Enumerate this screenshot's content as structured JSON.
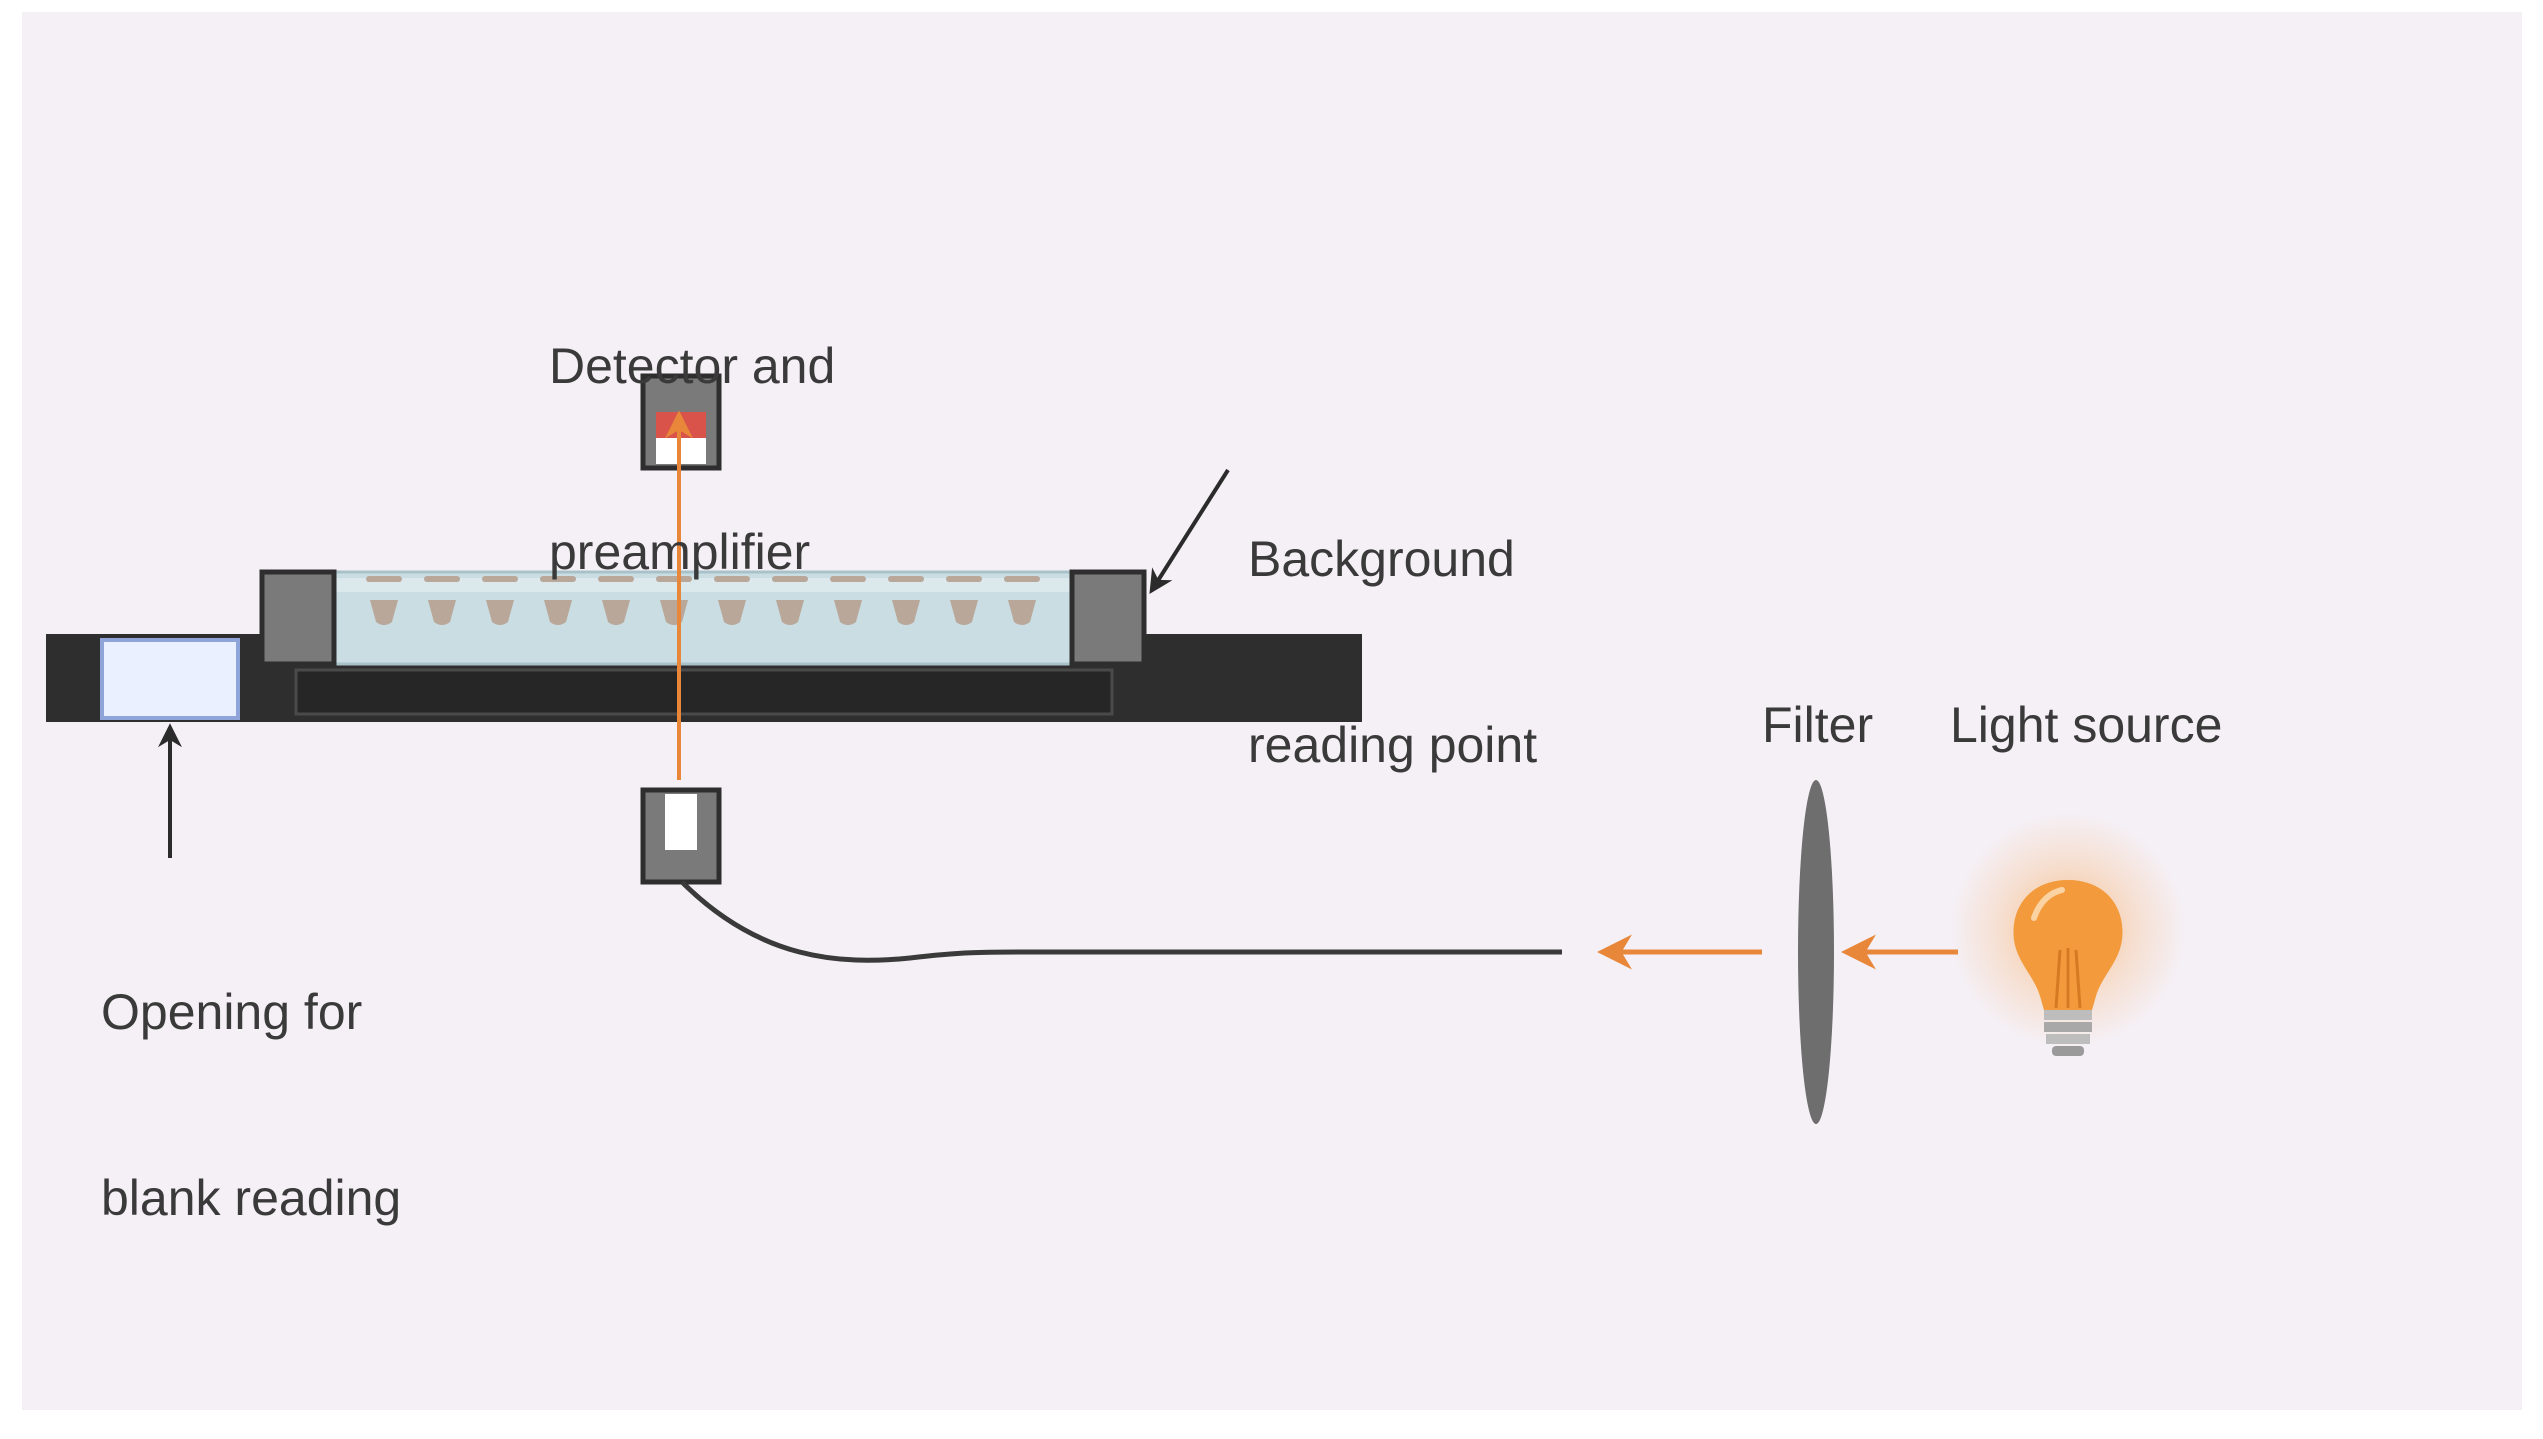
{
  "labels": {
    "detector_line1": "Detector and",
    "detector_line2": "preamplifier",
    "background_line1": "Background",
    "background_line2": "reading point",
    "filter": "Filter",
    "light_source": "Light source",
    "blank_line1": "Opening for",
    "blank_line2": "blank reading"
  },
  "icons": {
    "detector": "detector-icon",
    "microplate": "microplate-icon",
    "plate_carrier": "plate-carrier-icon",
    "optical_fiber": "fiber-optic-icon",
    "filter": "filter-lens-icon",
    "light_source": "light-bulb-icon"
  },
  "wells_count": 12,
  "colors": {
    "background": "#f5f0f6",
    "carrier": "#2e2e2e",
    "block_gray": "#7a7a7a",
    "plate_fill": "#c9dde3",
    "well_fill": "#b9a79a",
    "light_beam": "#e8873a",
    "detector_red": "#d9534a",
    "blank_window": "#eaf0ff",
    "bulb": "#f39a3c",
    "pointer": "#2b2b2b"
  }
}
